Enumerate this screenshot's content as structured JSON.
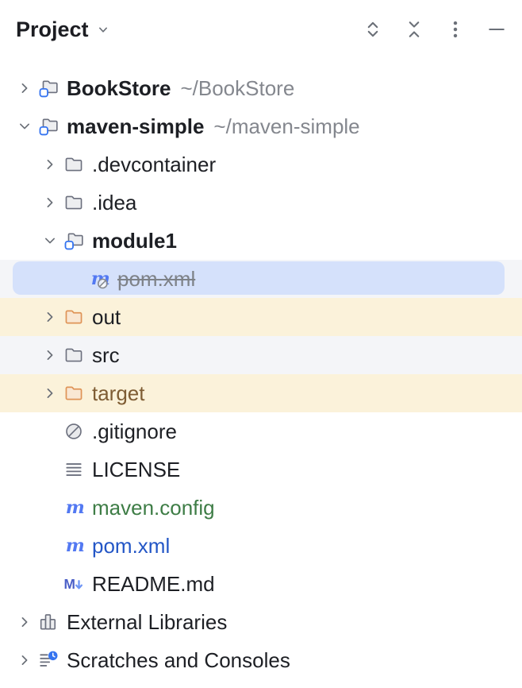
{
  "header": {
    "title": "Project",
    "title_dropdown_icon": "chevron-down-icon",
    "toolbar": [
      {
        "icon": "expand-all-icon"
      },
      {
        "icon": "collapse-all-icon"
      },
      {
        "icon": "more-options-icon"
      },
      {
        "icon": "hide-panel-icon"
      }
    ]
  },
  "colors": {
    "selection_bg": "#D5E1FB",
    "excluded_row_bg": "#FBF2DA",
    "stripe_row_bg": "#F4F5F8",
    "accent_blue": "#3574F0",
    "excluded_folder_orange": "#DF9457",
    "excluded_text": "#7E5C33",
    "vcs_added_green": "#3E7D46",
    "vcs_modified_blue": "#2356C6",
    "ignored_text_gray": "#7E8288",
    "maven_icon_blue": "#5379F2"
  },
  "tree": {
    "rows": [
      {
        "level": 0,
        "chevron": "collapsed",
        "icon": "project-folder",
        "label": "BookStore",
        "bold": true,
        "path": "~/BookStore"
      },
      {
        "level": 0,
        "chevron": "expanded",
        "icon": "project-folder",
        "label": "maven-simple",
        "bold": true,
        "path": "~/maven-simple"
      },
      {
        "level": 1,
        "chevron": "collapsed",
        "icon": "folder",
        "label": ".devcontainer"
      },
      {
        "level": 1,
        "chevron": "collapsed",
        "icon": "folder",
        "label": ".idea"
      },
      {
        "level": 1,
        "chevron": "expanded",
        "icon": "project-folder",
        "label": "module1",
        "bold": true
      },
      {
        "level": 2,
        "chevron": null,
        "icon": "maven-ignored",
        "label": "pom.xml",
        "bg": "selected",
        "color": "ignored",
        "strikethrough": true
      },
      {
        "level": 1,
        "chevron": "collapsed",
        "icon": "folder-excluded",
        "label": "out",
        "bg": "excluded"
      },
      {
        "level": 1,
        "chevron": "collapsed",
        "icon": "folder",
        "label": "src",
        "bg": "stripe"
      },
      {
        "level": 1,
        "chevron": "collapsed",
        "icon": "folder-excluded",
        "label": "target",
        "bg": "excluded",
        "color": "excluded"
      },
      {
        "level": 1,
        "chevron": null,
        "icon": "ignored-file",
        "label": ".gitignore"
      },
      {
        "level": 1,
        "chevron": null,
        "icon": "text-file",
        "label": "LICENSE"
      },
      {
        "level": 1,
        "chevron": null,
        "icon": "maven",
        "label": "maven.config",
        "color": "added"
      },
      {
        "level": 1,
        "chevron": null,
        "icon": "maven",
        "label": "pom.xml",
        "color": "modified"
      },
      {
        "level": 1,
        "chevron": null,
        "icon": "markdown",
        "label": "README.md"
      },
      {
        "level": 0,
        "chevron": "collapsed",
        "icon": "external-libraries",
        "label": "External Libraries"
      },
      {
        "level": 0,
        "chevron": "collapsed",
        "icon": "scratches",
        "label": "Scratches and Consoles"
      }
    ]
  }
}
